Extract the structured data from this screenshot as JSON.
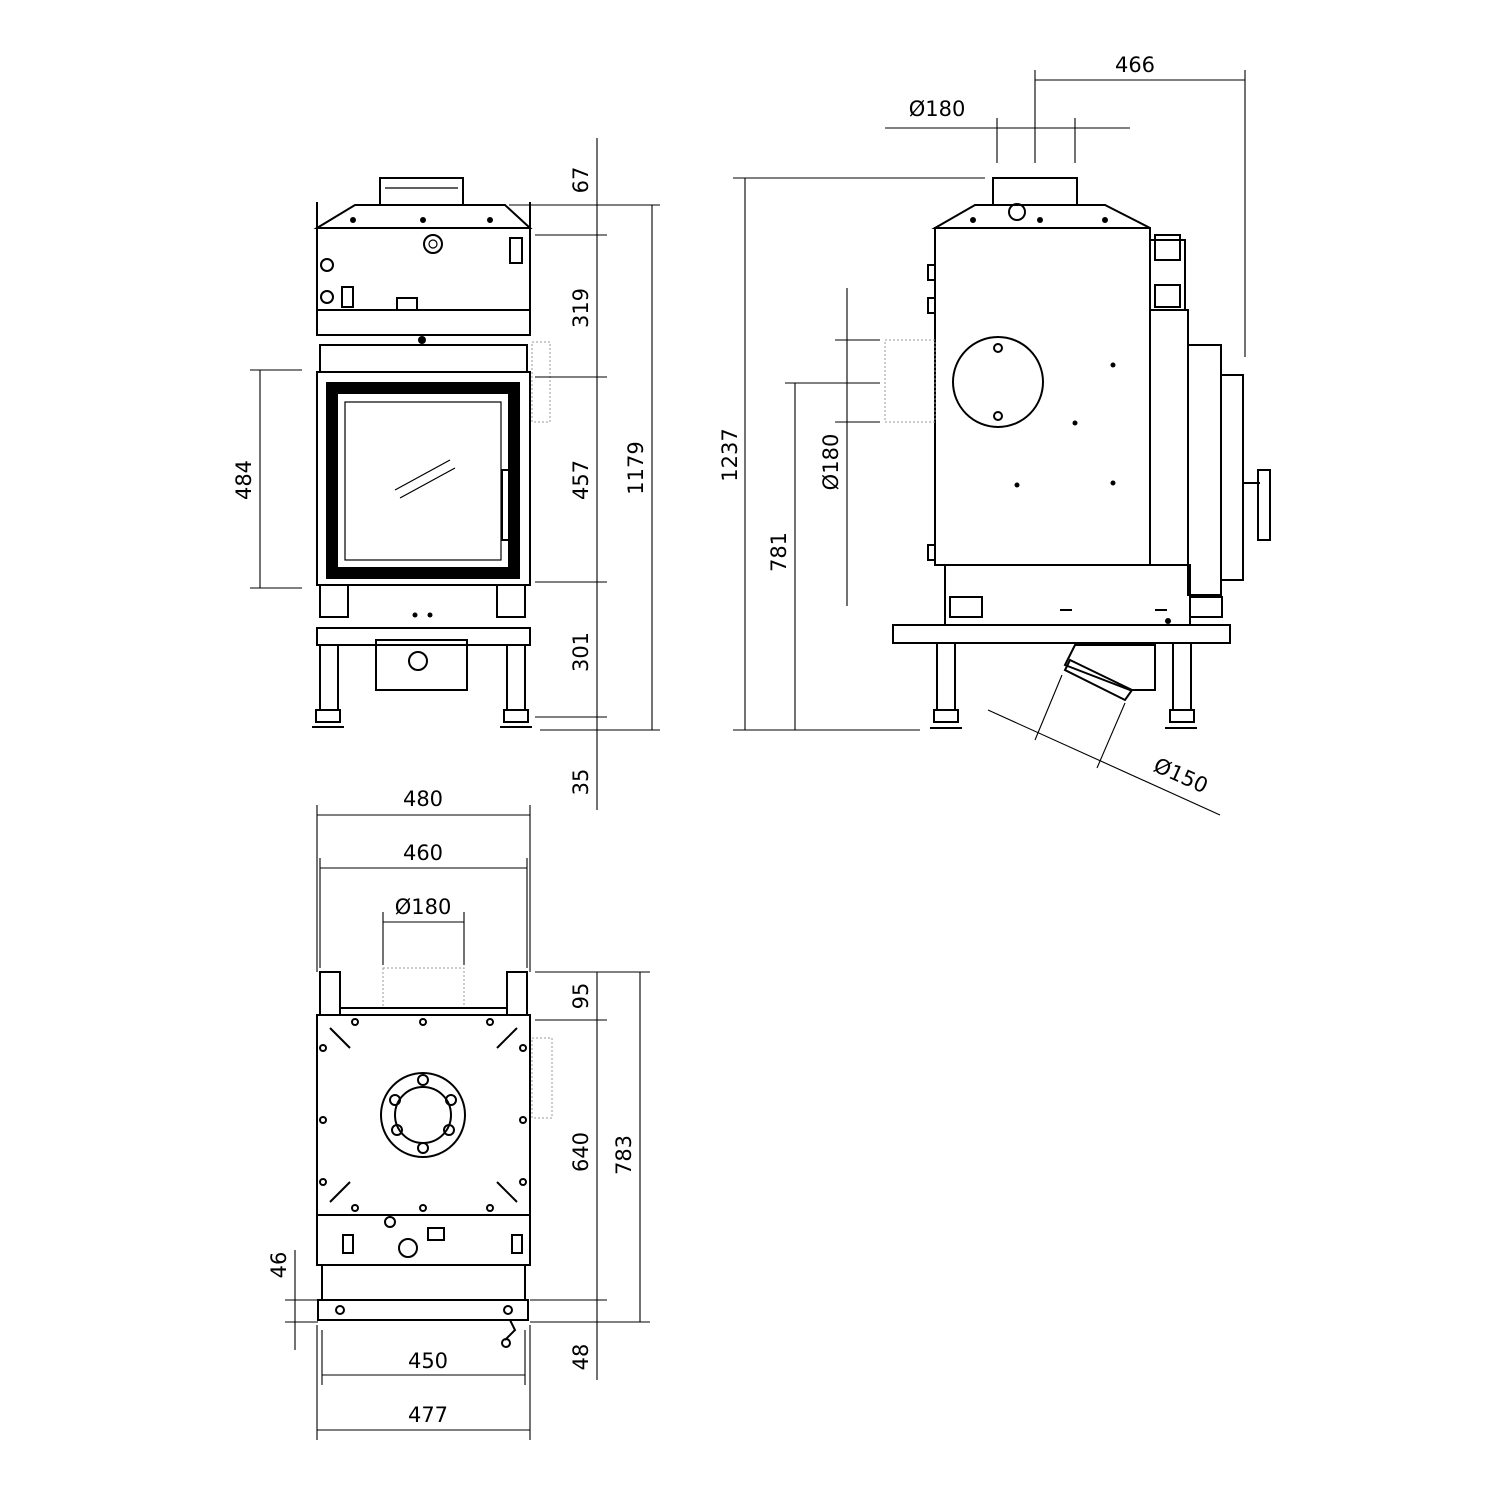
{
  "front_view": {
    "dims": {
      "flue_height": "67",
      "top_section": "319",
      "door_section": "457",
      "bottom_section": "301",
      "foot": "35",
      "total_height": "1179",
      "glass_height": "484"
    }
  },
  "side_view": {
    "dims": {
      "top_flue_offset": "466",
      "top_flue_diameter": "Ø180",
      "total_height": "1237",
      "side_outlet_height": "781",
      "side_outlet_diameter": "Ø180",
      "air_inlet_diameter": "Ø150"
    }
  },
  "top_view": {
    "dims": {
      "outer_width": "480",
      "inner_width": "460",
      "flue_diameter": "Ø180",
      "rear_offset": "95",
      "body_depth": "640",
      "total_depth": "783",
      "front_left": "46",
      "front_right": "48",
      "front_width": "450",
      "front_outer_width": "477"
    }
  }
}
